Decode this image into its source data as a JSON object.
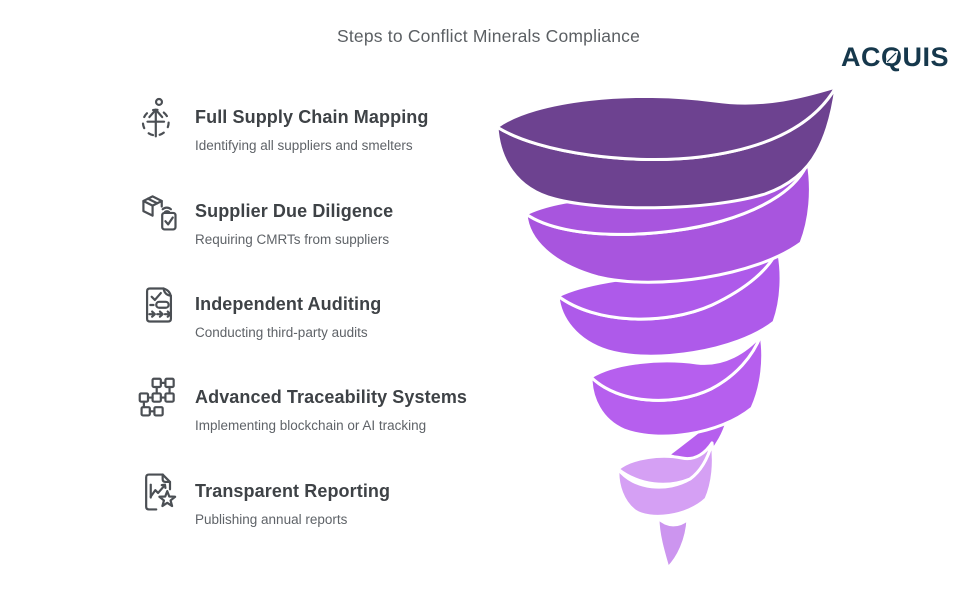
{
  "title": "Steps to Conflict Minerals Compliance",
  "logo": {
    "text": "ACQUIS"
  },
  "steps": [
    {
      "icon": "supply-chain-mapping-icon",
      "heading": "Full Supply Chain Mapping",
      "subtitle": "Identifying all suppliers and smelters"
    },
    {
      "icon": "supplier-due-diligence-icon",
      "heading": "Supplier Due Diligence",
      "subtitle": "Requiring CMRTs from suppliers"
    },
    {
      "icon": "independent-auditing-icon",
      "heading": "Independent Auditing",
      "subtitle": "Conducting third-party audits"
    },
    {
      "icon": "traceability-systems-icon",
      "heading": "Advanced Traceability Systems",
      "subtitle": "Implementing blockchain or AI tracking"
    },
    {
      "icon": "transparent-reporting-icon",
      "heading": "Transparent Reporting",
      "subtitle": "Publishing annual reports"
    }
  ],
  "funnel": {
    "description": "spiral funnel of five ribbon bands, dark purple at top to light lavender at bottom tip",
    "band_colors": [
      "#6d4290",
      "#a855de",
      "#ae5aea",
      "#b65fee",
      "#d5a0f4"
    ],
    "tip_color": "#cc95ef"
  },
  "colors": {
    "title": "#5b5f63",
    "heading": "#3e4246",
    "subtitle": "#5f6368",
    "icon": "#4b4f54",
    "logo": "#16384c",
    "background": "#ffffff"
  }
}
